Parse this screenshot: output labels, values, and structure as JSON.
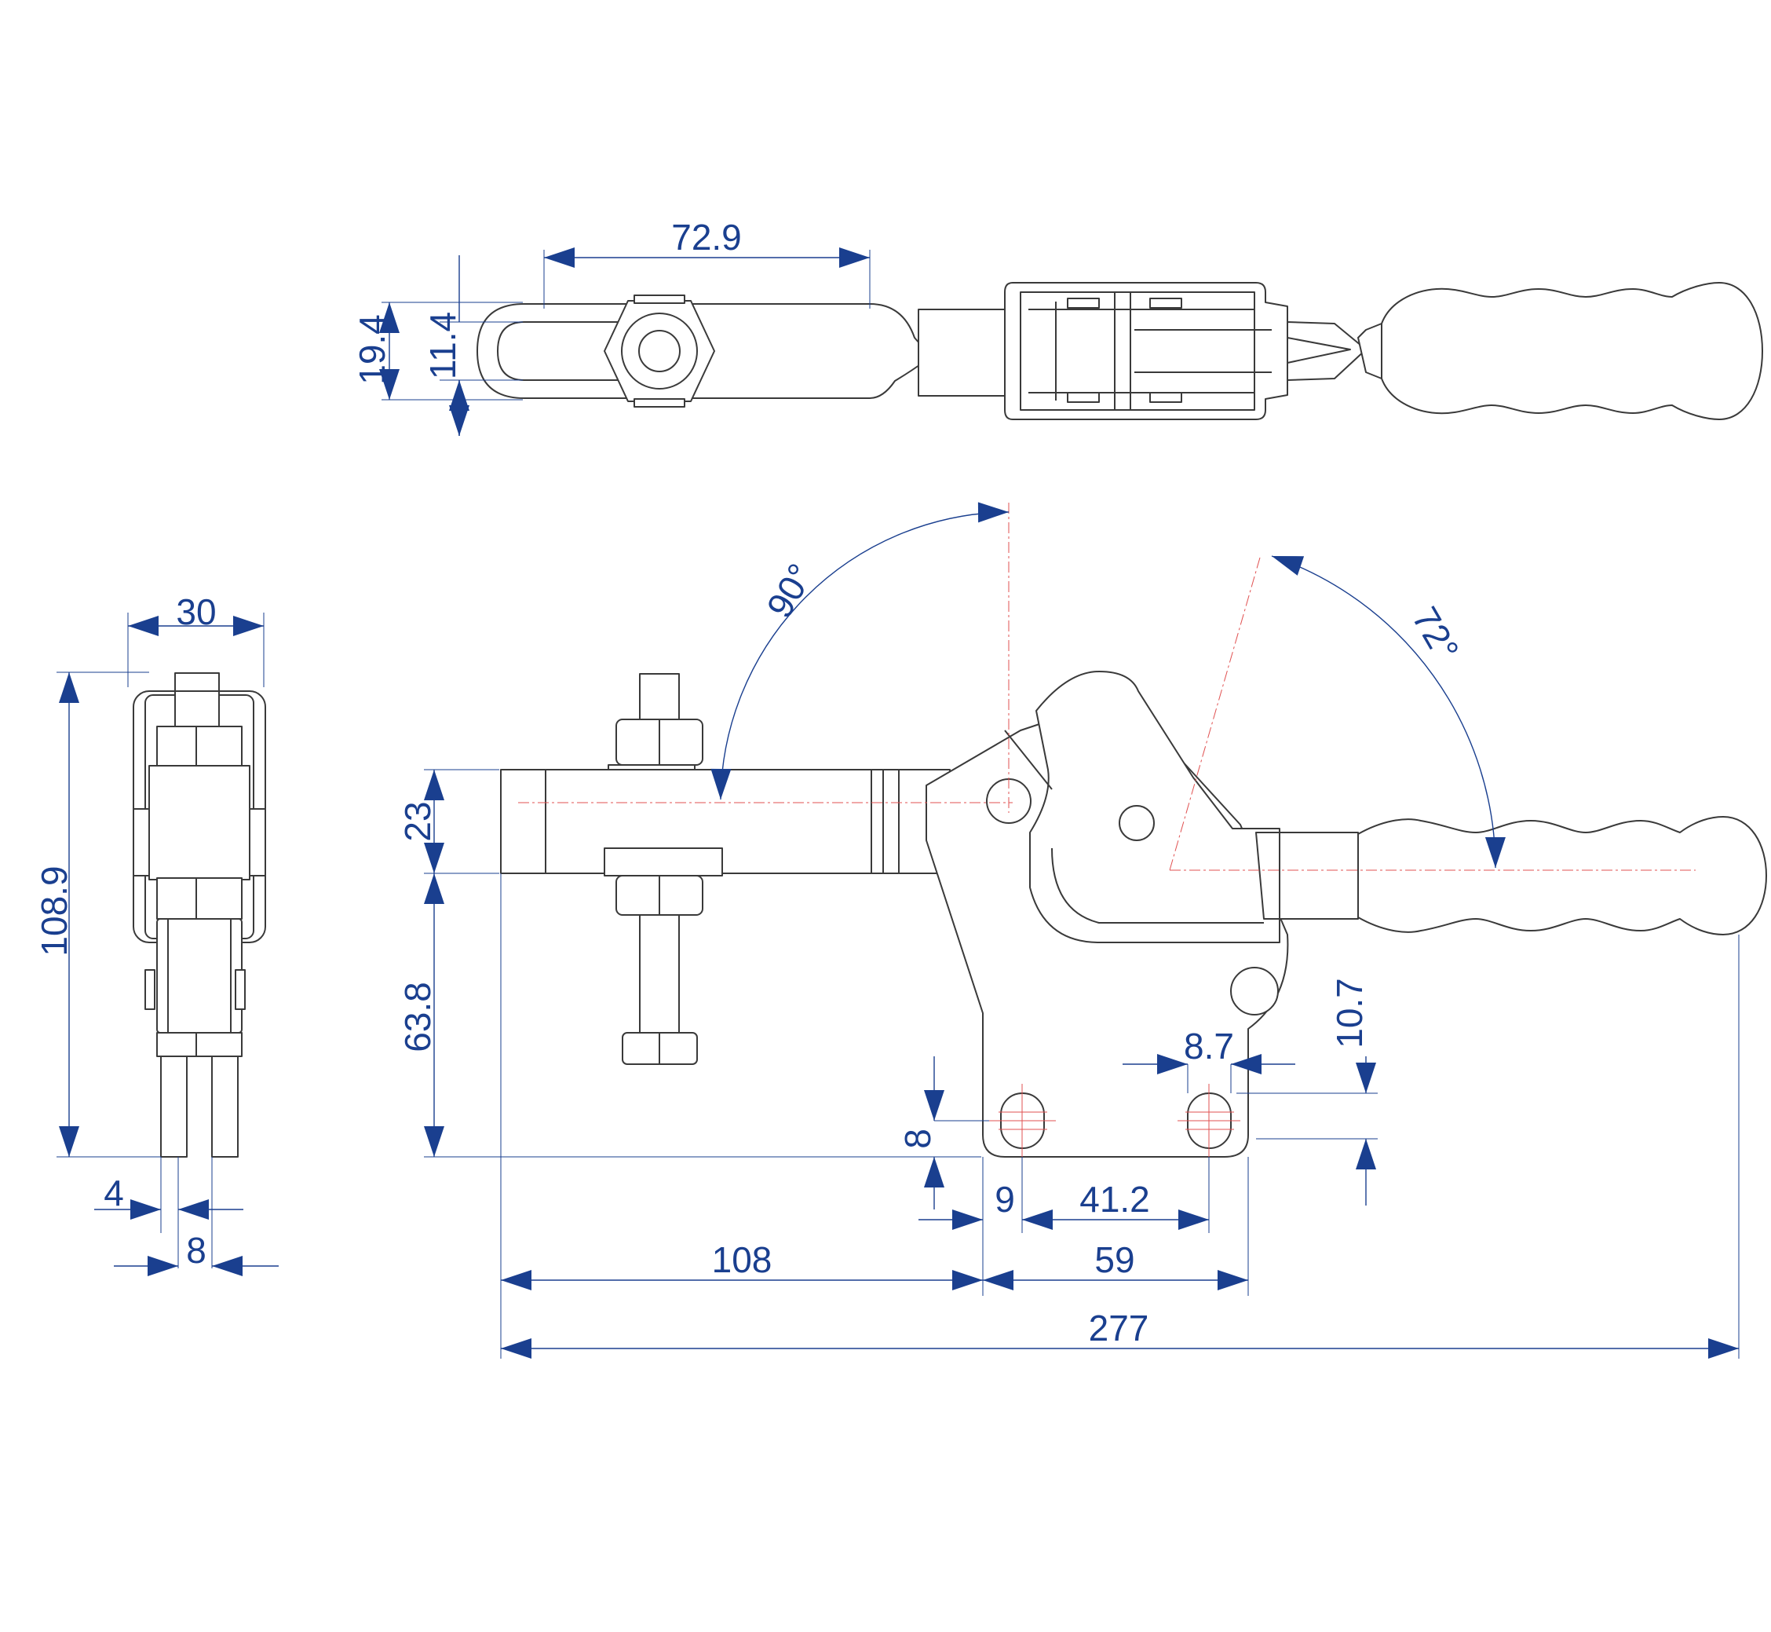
{
  "dimensions": {
    "top_length": "72.9",
    "top_outer_width": "19.4",
    "top_inner_width": "11.4",
    "angle_open_bar": "90°",
    "angle_open_handle": "72°",
    "side_width": "30",
    "side_height": "108.9",
    "side_slot": "4",
    "side_thickness": "8",
    "bar_height": "23",
    "bar_to_base": "63.8",
    "hole_slot_length": "10.7",
    "hole_diameter": "8.7",
    "hole_width": "8",
    "base_edge_offset": "9",
    "hole_spacing": "41.2",
    "bar_reach": "108",
    "base_length": "59",
    "overall_length": "277"
  },
  "colors": {
    "outline": "#3a3a3a",
    "dimension": "#1a3f8f",
    "centerline": "#e05050"
  }
}
